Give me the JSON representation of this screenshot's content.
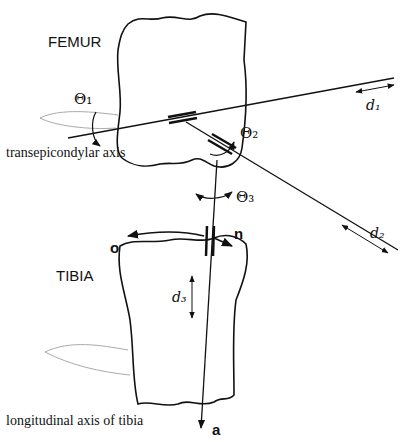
{
  "diagram": {
    "labels": [
      "FEMUR",
      "Θ₁",
      "transepicondylar axis",
      "Θ₂",
      "d₁",
      "d₂",
      "Θ₃",
      "o",
      "n",
      "TIBIA",
      "d₃",
      "longitudinal axis of tibia",
      "a"
    ]
  }
}
